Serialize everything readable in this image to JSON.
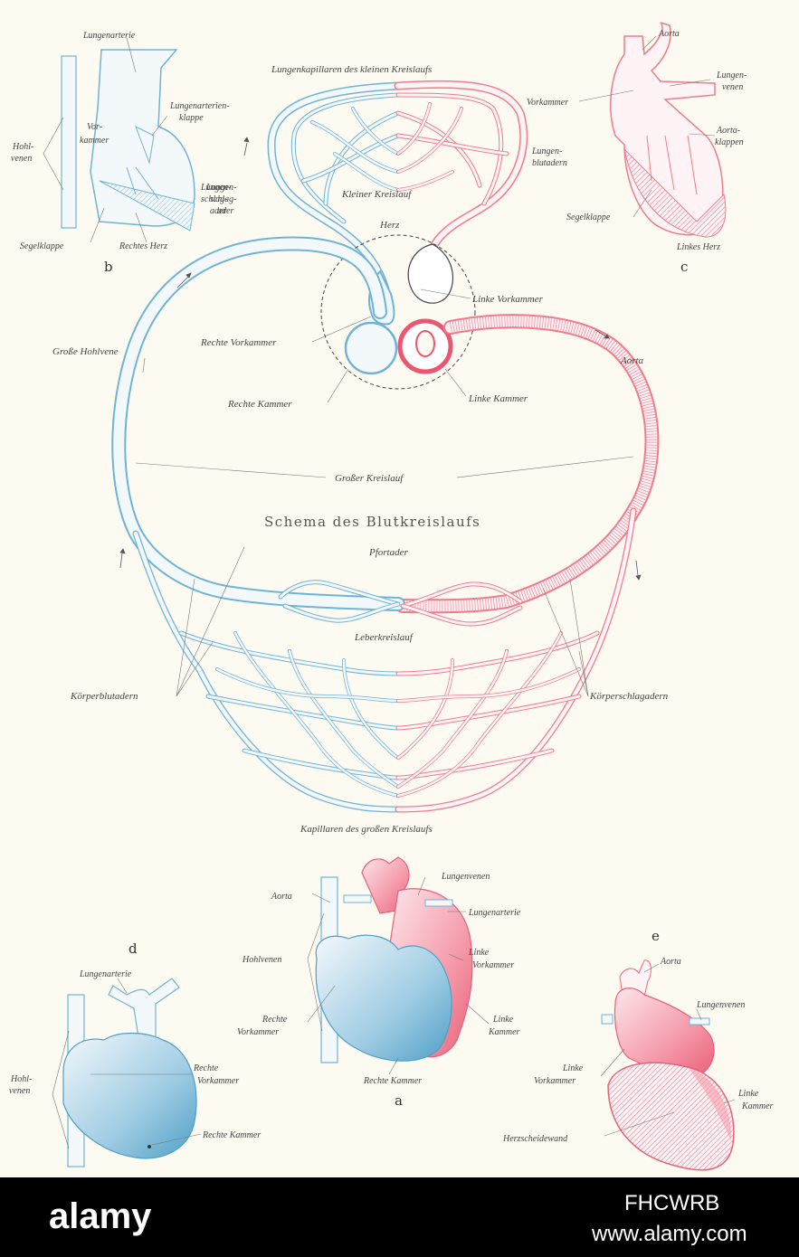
{
  "title": "Schema des Blutkreislaufs",
  "labels": {
    "lungenkapillaren": "Lungenkapillaren des kleinen Kreislaufs",
    "herz": "Herz",
    "kleiner_kreislauf": "Kleiner Kreislauf",
    "lungenschlagader_1": "Lungen-",
    "lungenschlagader_2": "schlag-",
    "lungenschlagader_3": "ader",
    "lungenblutadern_1": "Lungen-",
    "lungenblutadern_2": "blutadern",
    "linke_vorkammer": "Linke Vorkammer",
    "rechte_vorkammer": "Rechte Vorkammer",
    "rechte_kammer": "Rechte Kammer",
    "linke_kammer": "Linke Kammer",
    "aorta": "Aorta",
    "grosse_hohlvene": "Große Hohlvene",
    "grosser_kreislauf": "Großer Kreislauf",
    "pfortader": "Pfortader",
    "leberkreislauf": "Leberkreislauf",
    "koerperblutadern": "Körperblutadern",
    "koerperschlagadern": "Körperschlagadern",
    "kapillaren_gross": "Kapillaren des großen Kreislaufs"
  },
  "panel_b": {
    "letter": "b",
    "lungenarterie": "Lungenarterie",
    "klappe_1": "Lungenarterien-",
    "klappe_2": "klappe",
    "vorkammer_1": "Vor-",
    "vorkammer_2": "kammer",
    "hohlvenen_1": "Hohl-",
    "hohlvenen_2": "venen",
    "lungenschlagader_1": "Lungen-",
    "lungenschlagader_2": "schlag-",
    "lungenschlagader_3": "ader",
    "segelklappe": "Segelklappe",
    "rechtes_herz": "Rechtes Herz"
  },
  "panel_c": {
    "letter": "c",
    "aorta": "Aorta",
    "lungenvenen_1": "Lungen-",
    "lungenvenen_2": "venen",
    "vorkammer": "Vorkammer",
    "aortaklappen_1": "Aorta-",
    "aortaklappen_2": "klappen",
    "segelklappe": "Segelklappe",
    "linkes_herz": "Linkes Herz"
  },
  "panel_a": {
    "letter": "a",
    "aorta": "Aorta",
    "lungenvenen": "Lungenvenen",
    "lungenarterie": "Lungenarterie",
    "hohlvenen": "Hohlvenen",
    "linke_vorkammer_1": "Linke",
    "linke_vorkammer_2": "Vorkammer",
    "rechte_vorkammer_1": "Rechte",
    "rechte_vorkammer_2": "Vorkammer",
    "linke_kammer_1": "Linke",
    "linke_kammer_2": "Kammer",
    "rechte_kammer": "Rechte Kammer"
  },
  "panel_d": {
    "letter": "d",
    "lungenarterie": "Lungenarterie",
    "hohlvenen_1": "Hohl-",
    "hohlvenen_2": "venen",
    "rechte_vorkammer_1": "Rechte",
    "rechte_vorkammer_2": "Vorkammer",
    "rechte_kammer": "Rechte Kammer"
  },
  "panel_e": {
    "letter": "e",
    "aorta": "Aorta",
    "lungenvenen": "Lungenvenen",
    "linke_vorkammer_1": "Linke",
    "linke_vorkammer_2": "Vorkammer",
    "linke_kammer_1": "Linke",
    "linke_kammer_2": "Kammer",
    "herzscheidewand": "Herzscheidewand"
  },
  "watermark": {
    "brand": "alamy",
    "site": "www.alamy.com",
    "image_id": "FHCWRB"
  },
  "colors": {
    "vein": "#6fb3d6",
    "artery": "#f27a8d",
    "banner": "#000000"
  }
}
